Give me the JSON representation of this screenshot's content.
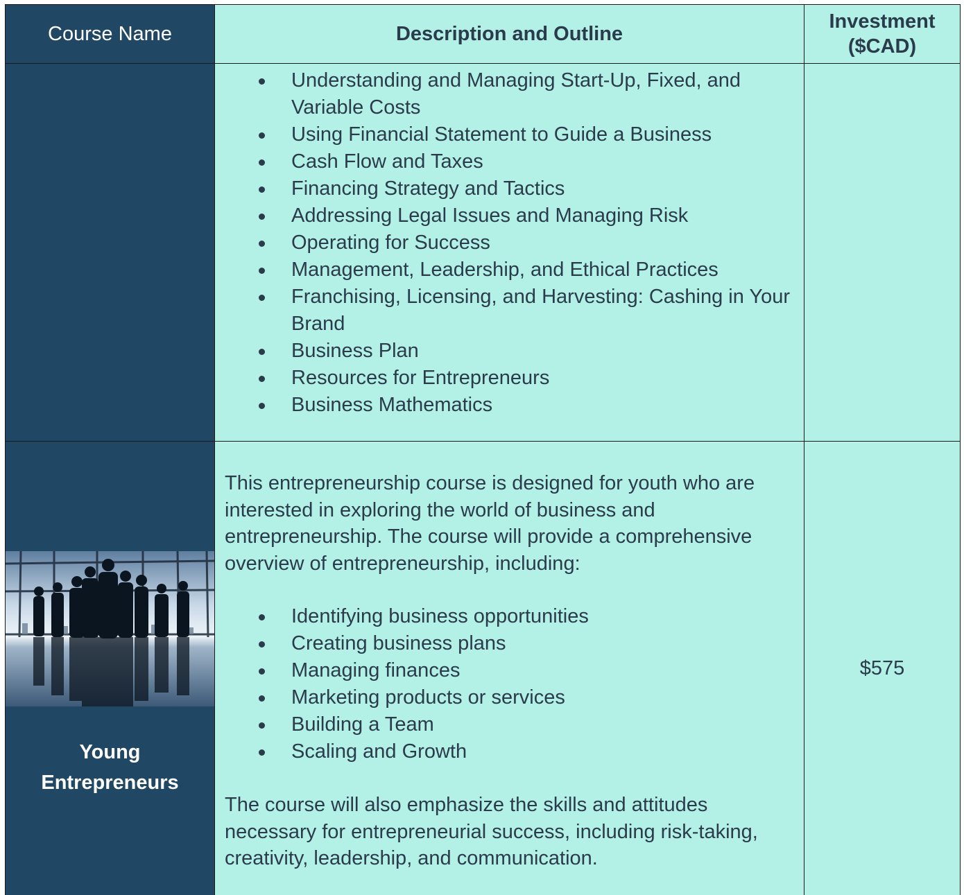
{
  "header": {
    "course_name": "Course Name",
    "description": "Description and Outline",
    "investment_line1": "Investment",
    "investment_line2": "($CAD)"
  },
  "row1": {
    "outline": [
      "Understanding and Managing Start-Up, Fixed, and Variable Costs",
      "Using Financial Statement to Guide a Business",
      "Cash Flow and Taxes",
      "Financing Strategy and Tactics",
      "Addressing Legal Issues and Managing Risk",
      "Operating for Success",
      "Management, Leadership, and Ethical Practices",
      "Franchising, Licensing, and Harvesting: Cashing in Your Brand",
      "Business Plan",
      "Resources for Entrepreneurs",
      "Business Mathematics"
    ]
  },
  "row2": {
    "course_name_line1": "Young",
    "course_name_line2": "Entrepreneurs",
    "intro": "This entrepreneurship course is designed for youth who are interested in exploring the world of business and entrepreneurship. The course will provide a comprehensive overview of entrepreneurship, including:",
    "outline": [
      "Identifying business opportunities",
      "Creating business plans",
      "Managing finances",
      "Marketing products or services",
      "Building a Team",
      "Scaling and Growth"
    ],
    "closing": "The course will also emphasize the skills and attitudes necessary for entrepreneurial success, including risk-taking, creativity, leadership, and communication.",
    "price": "$575"
  },
  "colors": {
    "navy": "#204763",
    "mint": "#b3f0e6",
    "text": "#2a3b4c"
  }
}
